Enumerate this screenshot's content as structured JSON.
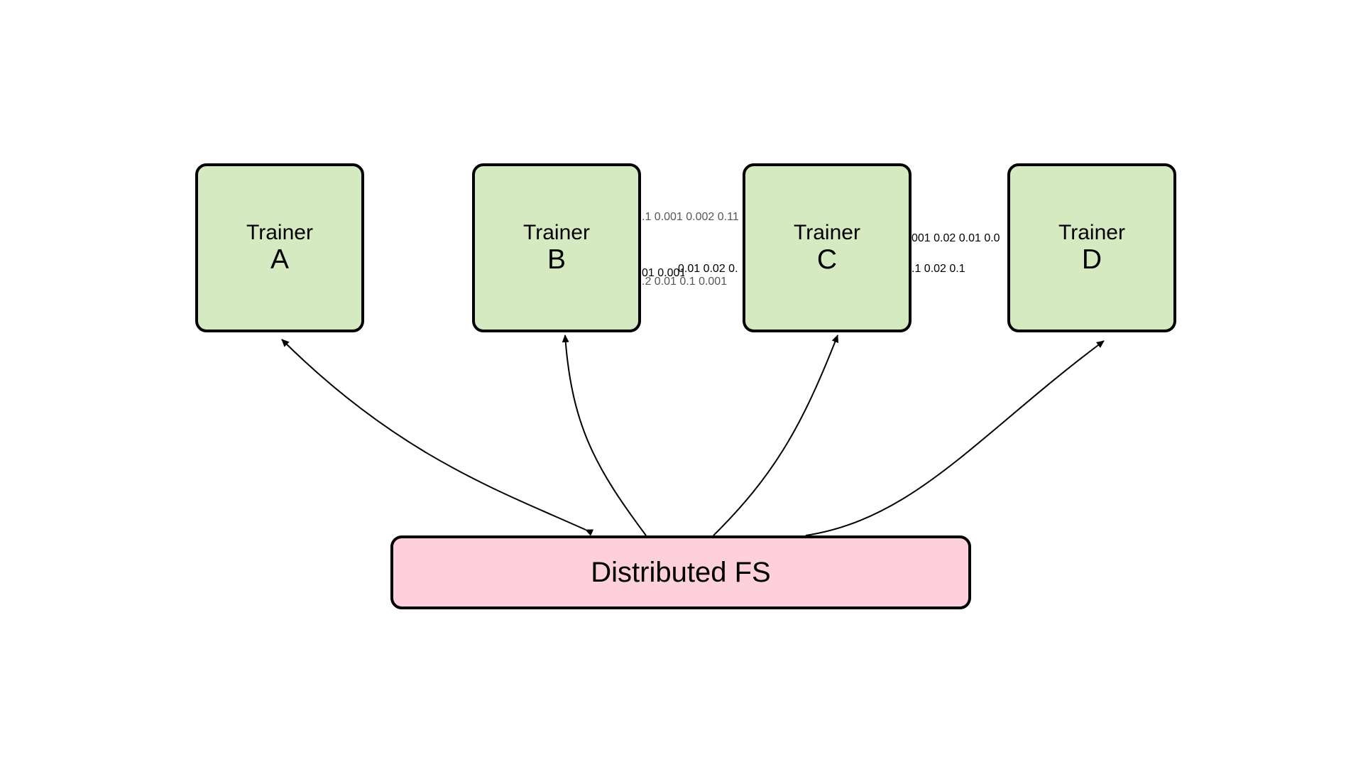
{
  "trainers": [
    {
      "label": "Trainer",
      "id": "A"
    },
    {
      "label": "Trainer",
      "id": "B"
    },
    {
      "label": "Trainer",
      "id": "C"
    },
    {
      "label": "Trainer",
      "id": "D"
    }
  ],
  "storage": {
    "label": "Distributed FS"
  },
  "gradient_streams": {
    "b_to_c_top": ".1 0.001 0.002 0.11",
    "b_to_c_mid": "01 0.001",
    "b_to_c_mid2": "0.01 0.02 0.",
    "b_to_c_bottom": ".2 0.01 0.1 0.001",
    "c_to_d_top": "001 0.02 0.01 0.0",
    "c_to_d_bottom": ".1 0.02 0.1"
  },
  "colors": {
    "trainer_fill": "#d6eac2",
    "storage_fill": "#fdd0dc",
    "stroke": "#000000",
    "stream_gray": "#555555"
  }
}
